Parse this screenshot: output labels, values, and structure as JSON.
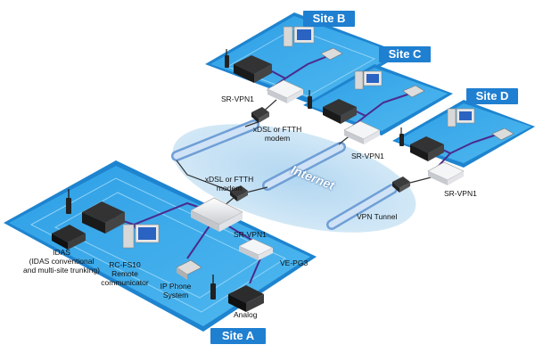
{
  "sites": {
    "a": "Site A",
    "b": "Site B",
    "c": "Site C",
    "d": "Site D"
  },
  "labels": {
    "sr_vpn1_b": "SR-VPN1",
    "sr_vpn1_c": "SR-VPN1",
    "sr_vpn1_d": "SR-VPN1",
    "sr_vpn1_a": "SR-VPN1",
    "modem_b": [
      "xDSL or FTTH",
      "modem"
    ],
    "modem_a": [
      "xDSL or FTTH",
      "modem"
    ],
    "internet": "Internet",
    "vpn_tunnel": "VPN Tunnel",
    "idas": [
      "IDAS",
      "(IDAS conventional",
      "and multi-site trunking)"
    ],
    "rc_fs10": [
      "RC-FS10",
      "Remote",
      "communicator"
    ],
    "ip_phone": [
      "IP Phone",
      "System"
    ],
    "ve_pg3": "VE-PG3",
    "analog": "Analog"
  },
  "colors": {
    "site_fill": "#3ba9ea",
    "site_fill_light": "#6cc4f2",
    "site_edge": "#1e84cf",
    "badge": "#1f7fd0",
    "link": "#4b2a8c",
    "internet_cloud": "#bcdcf0",
    "tunnel": "#9fc4ea"
  }
}
